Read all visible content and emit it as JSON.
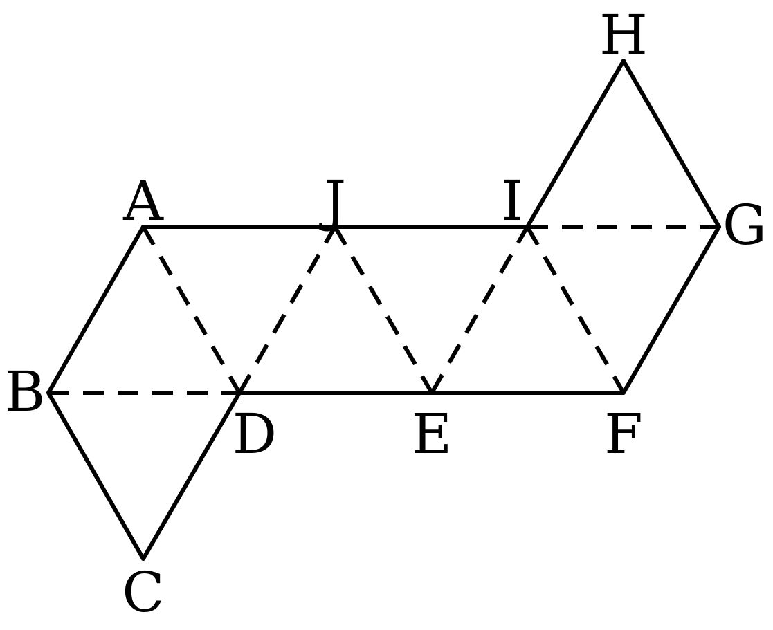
{
  "figure": {
    "vertices": [
      {
        "id": "A",
        "label": "A"
      },
      {
        "id": "B",
        "label": "B"
      },
      {
        "id": "C",
        "label": "C"
      },
      {
        "id": "D",
        "label": "D"
      },
      {
        "id": "E",
        "label": "E"
      },
      {
        "id": "F",
        "label": "F"
      },
      {
        "id": "G",
        "label": "G"
      },
      {
        "id": "H",
        "label": "H"
      },
      {
        "id": "I",
        "label": "I"
      },
      {
        "id": "J",
        "label": "J"
      }
    ],
    "solid_edges": [
      [
        "A",
        "J"
      ],
      [
        "J",
        "I"
      ],
      [
        "D",
        "E"
      ],
      [
        "E",
        "F"
      ],
      [
        "A",
        "B"
      ],
      [
        "B",
        "C"
      ],
      [
        "C",
        "D"
      ],
      [
        "F",
        "G"
      ],
      [
        "G",
        "H"
      ],
      [
        "H",
        "I"
      ]
    ],
    "dashed_edges": [
      [
        "B",
        "D"
      ],
      [
        "I",
        "G"
      ],
      [
        "A",
        "D"
      ],
      [
        "D",
        "J"
      ],
      [
        "J",
        "E"
      ],
      [
        "E",
        "I"
      ],
      [
        "I",
        "F"
      ]
    ],
    "colors": {
      "line": "#000000",
      "background": "#ffffff"
    }
  }
}
